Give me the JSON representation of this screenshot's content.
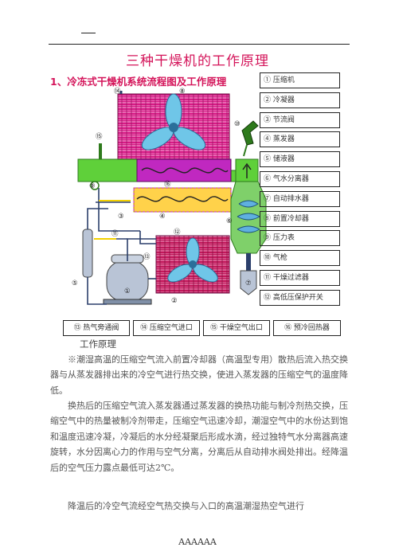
{
  "header": {
    "mark": "一"
  },
  "title": "三种干燥机的工作原理",
  "section_heading": "1、冷冻式干燥机系统流程图及工作原理",
  "legend": [
    "① 压缩机",
    "② 冷凝器",
    "③ 节流阀",
    "④ 蒸发器",
    "⑤ 储液器",
    "⑥ 气水分离器",
    "⑦ 自动排水器",
    "⑧ 前置冷却器",
    "⑨ 压力表",
    "⑩ 气枪",
    "⑪ 干燥过滤器",
    "⑫ 高低压保护开关"
  ],
  "bottom_legend": [
    "⑬ 热气旁通阀",
    "⑭ 压缩空气进口",
    "⑮ 干燥空气出口",
    "⑯ 预冷回热器"
  ],
  "diagram": {
    "labels": [
      "⑭",
      "⑧",
      "⑩",
      "⑮",
      "⑨",
      "⑯",
      "③",
      "④",
      "⑥",
      "⑪",
      "⑫",
      "⑬",
      "⑤",
      "①",
      "②",
      "⑦"
    ],
    "colors": {
      "cooler": "#d81b86",
      "condenser": "#c2185b",
      "manifold": "#5fd03a",
      "evaporator": "#ffd24a",
      "tank": "#b9c4d6",
      "fan": "#6fc6e8",
      "pipe": "#2b3f6b"
    }
  },
  "subhead": "工作原理",
  "paragraphs": [
    "※潮湿高温的压缩空气流入前置冷却器（高温型专用）散热后流入热交换器与从蒸发器排出来的冷空气进行热交换，使进入蒸发器的压缩空气的温度降低。",
    "换热后的压缩空气流入蒸发器通过蒸发器的换热功能与制冷剂热交换，压缩空气中的热量被制冷剂带走，压缩空气迅速冷却，潮湿空气中的水份达到饱和温度迅速冷凝，冷凝后的水分经凝聚后形成水滴，经过独特气水分离器高速旋转，水分因离心力的作用与空气分离，分离后从自动排水阀处排出。经降温后的空气压力露点最低可达2℃。",
    "降温后的冷空气流经空气热交换与入口的高温潮湿热空气进行"
  ],
  "footer": "AAAAAA"
}
